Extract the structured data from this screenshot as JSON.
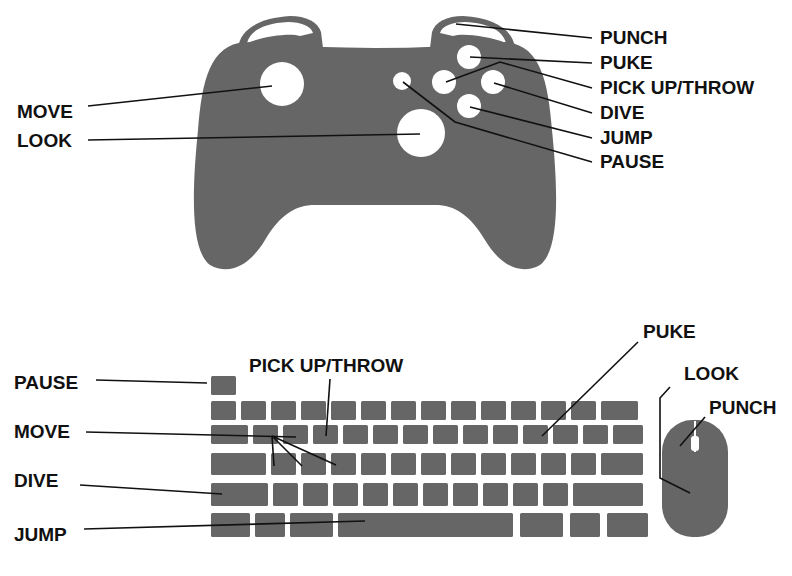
{
  "diagram": {
    "labels": [
      "PUNCH",
      "PUKE",
      "PICK UP/THROW",
      "DIVE",
      "JUMP",
      "PAUSE",
      "MOVE",
      "LOOK",
      "PUKE",
      "PICK UP/THROW",
      "LOOK",
      "PAUSE",
      "PUNCH",
      "MOVE",
      "DIVE",
      "JUMP"
    ]
  }
}
